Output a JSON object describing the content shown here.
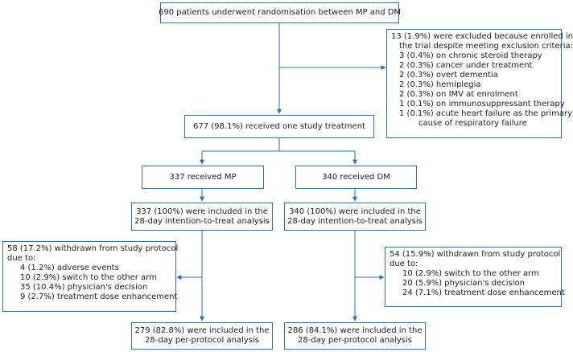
{
  "randomisation": "690 patients underwent randomisation between MP and DM",
  "excluded": {
    "header": [
      "13 (1.9%) were excluded because enrolled in",
      "the trial despite meeting exclusion criteria:"
    ],
    "items": [
      "3 (0.4%) on chronic steroid therapy",
      "2 (0.3%) cancer under treatment",
      "2 (0.3%) overt dementia",
      "2 (0.3%) hemiplegia",
      "2 (0.3%) on IMV at enrolment",
      "1 (0.1%) on immunosuppressant therapy",
      "1 (0.1%) acute heart failure as the primary",
      "cause of respiratory failure"
    ]
  },
  "treatment": "677 (98.1%) received one study treatment",
  "mp": {
    "received": "337 received MP",
    "itt": [
      "337 (100%) were included in the",
      "28-day intention-to-treat analysis"
    ],
    "withdrawn_header": [
      "58 (17.2%) withdrawn from study protocol",
      "due to:"
    ],
    "withdrawn_items": [
      "4 (1.2%) adverse events",
      "10 (2.9%) switch to the other arm",
      "35 (10.4%) physician's decision",
      "9 (2.7%) treatment dose enhancement"
    ],
    "pp": [
      "279 (82.8%) were included in the",
      "28-day per-protocol analysis"
    ]
  },
  "dm": {
    "received": "340 received DM",
    "itt": [
      "340 (100%) were included in the",
      "28-day intention-to-treat analysis"
    ],
    "withdrawn_header": [
      "54 (15.9%) withdrawn from study protocol",
      "due to:"
    ],
    "withdrawn_items": [
      "10 (2.9%) switch to the other arm",
      "20 (5.9%) physician's decision",
      "24 (7.1%) treatment dose enhancement"
    ],
    "pp": [
      "286 (84.1%) were included in the",
      "28-day per-protocol analysis"
    ]
  },
  "colors": {
    "box_border": "#2f6fae",
    "connector": "#2f6fae"
  }
}
